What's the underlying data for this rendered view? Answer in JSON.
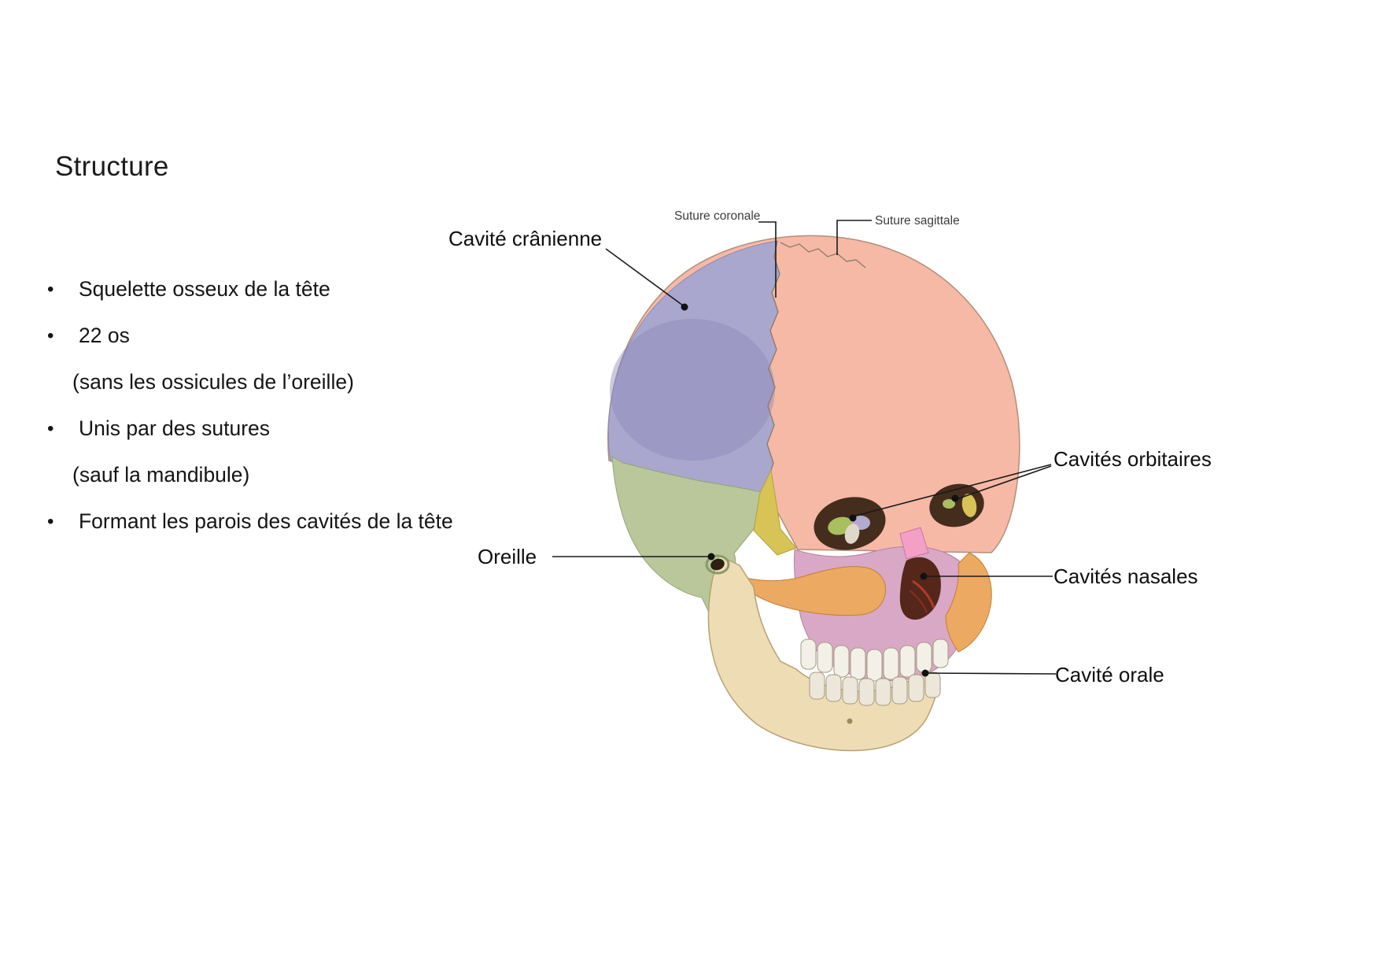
{
  "slide": {
    "title": "Structure",
    "bullets": [
      {
        "text": "Squelette osseux de la tête"
      },
      {
        "text": "22 os",
        "sub": "(sans les ossicules de l’oreille)"
      },
      {
        "text": "Unis par des sutures",
        "sub": "(sauf la mandibule)"
      },
      {
        "text": "Formant les parois des cavités de la tête"
      }
    ]
  },
  "figure": {
    "labels": {
      "cavite_cranienne": "Cavité crânienne",
      "suture_coronale": "Suture coronale",
      "suture_sagittale": "Suture sagittale",
      "cavites_orbitaires": "Cavités orbitaires",
      "oreille": "Oreille",
      "cavites_nasales": "Cavités nasales",
      "cavite_orale": "Cavité orale"
    },
    "colors": {
      "frontal": "#f6b9a6",
      "parietal": "#a9a7cd",
      "parietal_shade": "#8b89ba",
      "temporal": "#b9c79b",
      "sphenoid": "#d8c356",
      "zygomatic": "#eba961",
      "maxilla": "#d9a8c6",
      "nasal": "#f49fc6",
      "mandible": "#eedcb5",
      "orbit_dark": "#452d1d",
      "teeth": "#f3f0e7"
    }
  }
}
